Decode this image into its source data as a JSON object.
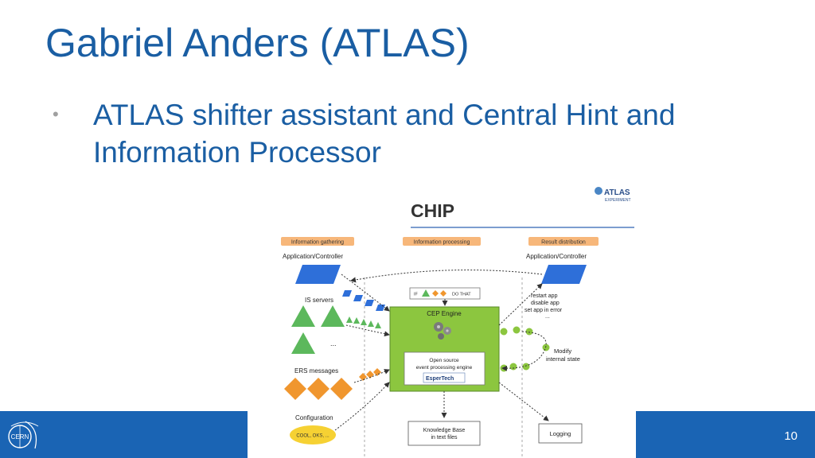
{
  "slide": {
    "title": "Gabriel Anders (ATLAS)",
    "bullet": "ATLAS shifter assistant and Central Hint and Information Processor",
    "bullet_symbol": "•",
    "page_number": "10"
  },
  "logo": {
    "text": "CERN"
  },
  "diagram": {
    "title": "CHIP",
    "atlas_badge": "ATLAS",
    "atlas_badge_sub": "EXPERIMENT",
    "phases": [
      "Information gathering",
      "Information processing",
      "Result distribution"
    ],
    "left_app": "Application/Controller",
    "right_app": "Application/Controller",
    "is_servers": "IS servers",
    "ellipsis": "...",
    "ers_messages": "ERS messages",
    "configuration": "Configuration",
    "config_sources": "COOL, OKS, ...",
    "rule_if": "IF",
    "rule_then": "DO THAT",
    "engine_title": "CEP Engine",
    "engine_inner_line1": "Open source",
    "engine_inner_line2": "event processing engine",
    "esper_logo": "EsperTech",
    "actions": [
      "restart app",
      "disable app",
      "set app in error",
      "..."
    ],
    "modify_line1": "Modify",
    "modify_line2": "internal state",
    "kb_line1": "Knowledge Base",
    "kb_line2": "in text files",
    "logging": "Logging"
  },
  "colors": {
    "title_blue": "#1a5ea3",
    "footer_blue": "#1a64b4",
    "engine_green": "#8cc63f",
    "parallelogram_blue": "#2e6fd9",
    "triangle_green": "#5cb85c",
    "diamond_orange": "#f0962e",
    "phase_tab": "#f7b77a"
  }
}
